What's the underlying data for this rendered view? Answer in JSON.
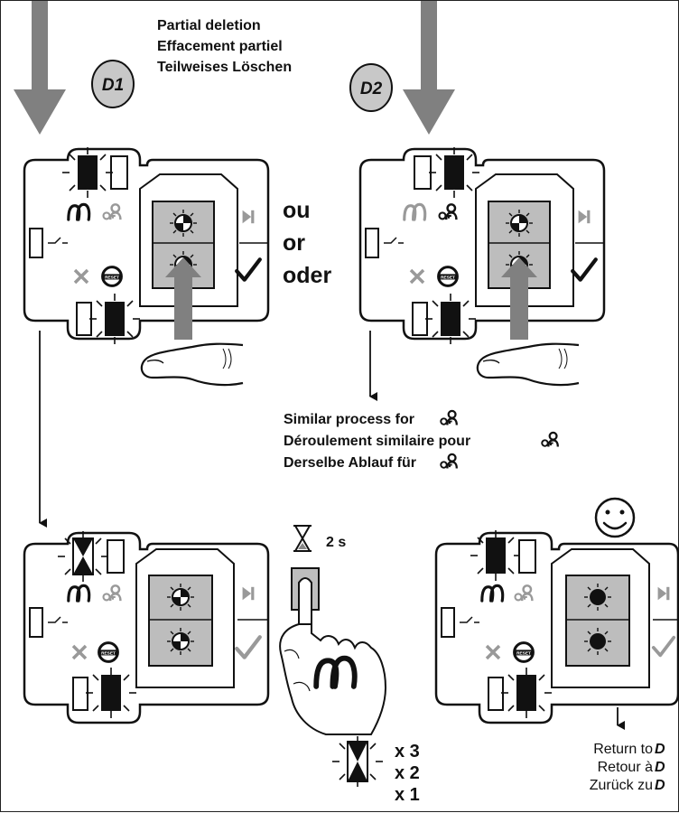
{
  "heading": {
    "lines": [
      "Partial deletion",
      "Effacement partiel",
      "Teilweises Löschen"
    ]
  },
  "step_badges": [
    "D1",
    "D2"
  ],
  "alternatives": [
    "ou",
    "or",
    "oder"
  ],
  "similar_process": [
    "Similar process for",
    "Déroulement similaire pour",
    "Derselbe Ablauf für"
  ],
  "hold_time": "2 s",
  "blink_counts": [
    "x 3",
    "x 2",
    "x 1"
  ],
  "return_to": {
    "lines": [
      "Return to",
      "Retour à",
      "Zurück zu"
    ],
    "target": "D"
  },
  "icons": {
    "badge_fill": "#c8c8c8",
    "arrow_fill": "#808080",
    "panel_gray": "#bdbdbd",
    "led_black": "#111111"
  }
}
